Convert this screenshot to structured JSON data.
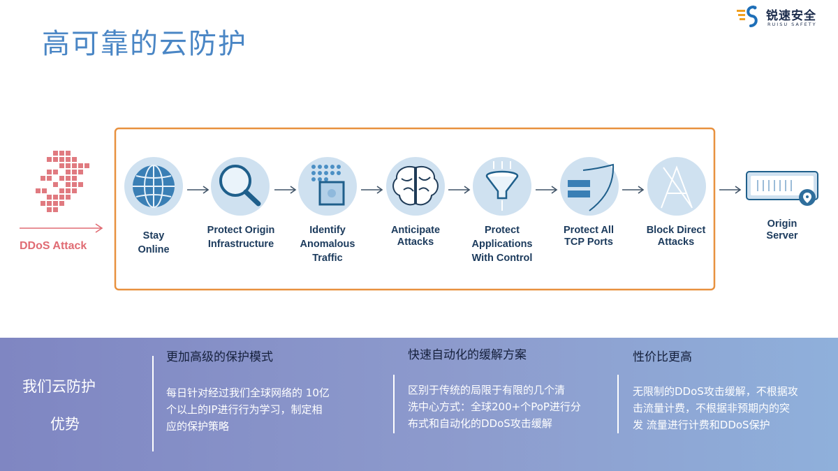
{
  "slide": {
    "title": "高可靠的云防护"
  },
  "logo": {
    "name_cn": "锐速安全",
    "name_en": "RUISU SAFETY"
  },
  "diagram": {
    "attack_label": "DDoS Attack",
    "steps": [
      {
        "label_lines": [
          "Stay",
          "Online"
        ],
        "icon": "globe-icon"
      },
      {
        "label_lines": [
          "Protect Origin",
          "Infrastructure"
        ],
        "icon": "magnifier-icon"
      },
      {
        "label_lines": [
          "Identify",
          "Anomalous",
          "Traffic"
        ],
        "icon": "dots-square-icon"
      },
      {
        "label_lines": [
          "Anticipate",
          "Attacks"
        ],
        "icon": "brain-icon"
      },
      {
        "label_lines": [
          "Protect",
          "Applications",
          "With Control"
        ],
        "icon": "funnel-icon"
      },
      {
        "label_lines": [
          "Protect All",
          "TCP Ports"
        ],
        "icon": "shield-server-icon"
      },
      {
        "label_lines": [
          "Block Direct",
          "Attacks"
        ],
        "icon": "blocked-a-icon"
      }
    ],
    "server_label_lines": [
      "Origin",
      "Server"
    ],
    "colors": {
      "frame": "#e8913f",
      "attack": "#e06b73",
      "circle": "#cfe1f0",
      "icon": "#1f5f8b",
      "label": "#1b3a5c"
    }
  },
  "advantages": {
    "title_line1": "我们云防护",
    "title_line2": "优势",
    "columns": [
      {
        "heading": "更加高级的保护模式",
        "body_lines": [
          "每日针对经过我们全球网络的 10亿",
          "个以上的IP进行行为学习，制定相",
          "应的保护策略"
        ]
      },
      {
        "heading": "快速自动化的缓解方案",
        "body_lines": [
          "区别于传统的局限于有限的几个清",
          "洗中心方式：全球200+个PoP进行分",
          "布式和自动化的DDoS攻击缓解"
        ]
      },
      {
        "heading": "性价比更高",
        "body_lines": [
          "无限制的DDoS攻击缓解，不根据攻",
          "击流量计费，不根据非预期内的突",
          "发 流量进行计费和DDoS保护"
        ]
      }
    ]
  }
}
